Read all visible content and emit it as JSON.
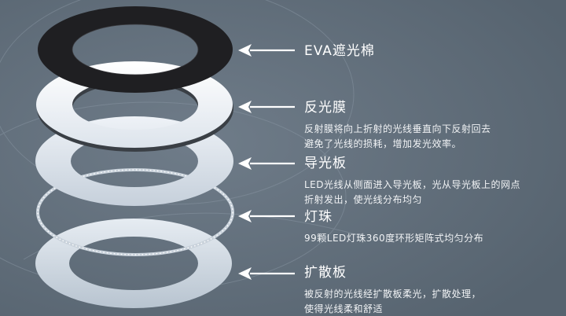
{
  "layers": [
    {
      "title": "EVA遮光棉",
      "desc": []
    },
    {
      "title": "反光膜",
      "desc": [
        "反射膜将向上折射的光线垂直向下反射回去",
        "避免了光线的损耗，增加发光效率。"
      ]
    },
    {
      "title": "导光板",
      "desc": [
        "LED光线从侧面进入导光板，光从导光板上的网点",
        "折射发出，使光线分布均匀"
      ]
    },
    {
      "title": "灯珠",
      "desc": [
        "99颗LED灯珠360度环形矩阵式均匀分布"
      ]
    },
    {
      "title": "扩散板",
      "desc": [
        "被反射的光线经扩散板柔光，扩散处理，",
        "使得光线柔和舒适"
      ]
    }
  ],
  "colors": {
    "background": "#5f6d7b",
    "eva_ring": "#1f1f22",
    "reflective_ring": "#f2f4f7",
    "guide_ring": "#dfe6ee",
    "led_ring": "#c9d2db",
    "diffuser_ring": "#cfd8e2",
    "text": "#ffffff"
  }
}
